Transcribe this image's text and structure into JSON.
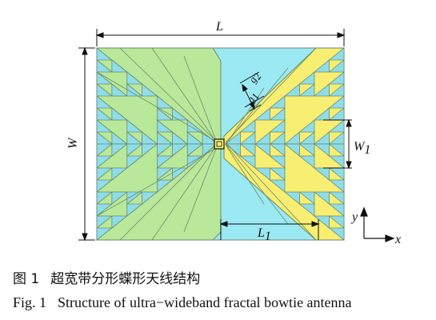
{
  "colors": {
    "left_panel": "#b9e89a",
    "center_substrate": "#9be9f2",
    "right_panel": "#f7ee72",
    "triangles": "#8fdde9",
    "outline": "#6b8a6b",
    "dim_line": "#111111"
  },
  "labels": {
    "L": "L",
    "W": "W",
    "W1": "W",
    "W1_sub": "1",
    "L1": "L",
    "L1_sub": "1",
    "g1": "g",
    "g1_sub": "1",
    "g2": "g",
    "g2_sub": "2",
    "axis_x": "x",
    "axis_y": "y"
  },
  "caption": {
    "cn_number": "图 1",
    "cn_text": "超宽带分形蝶形天线结构",
    "en_number": "Fig. 1",
    "en_text": "Structure of ultra−wideband fractal bowtie antenna"
  }
}
